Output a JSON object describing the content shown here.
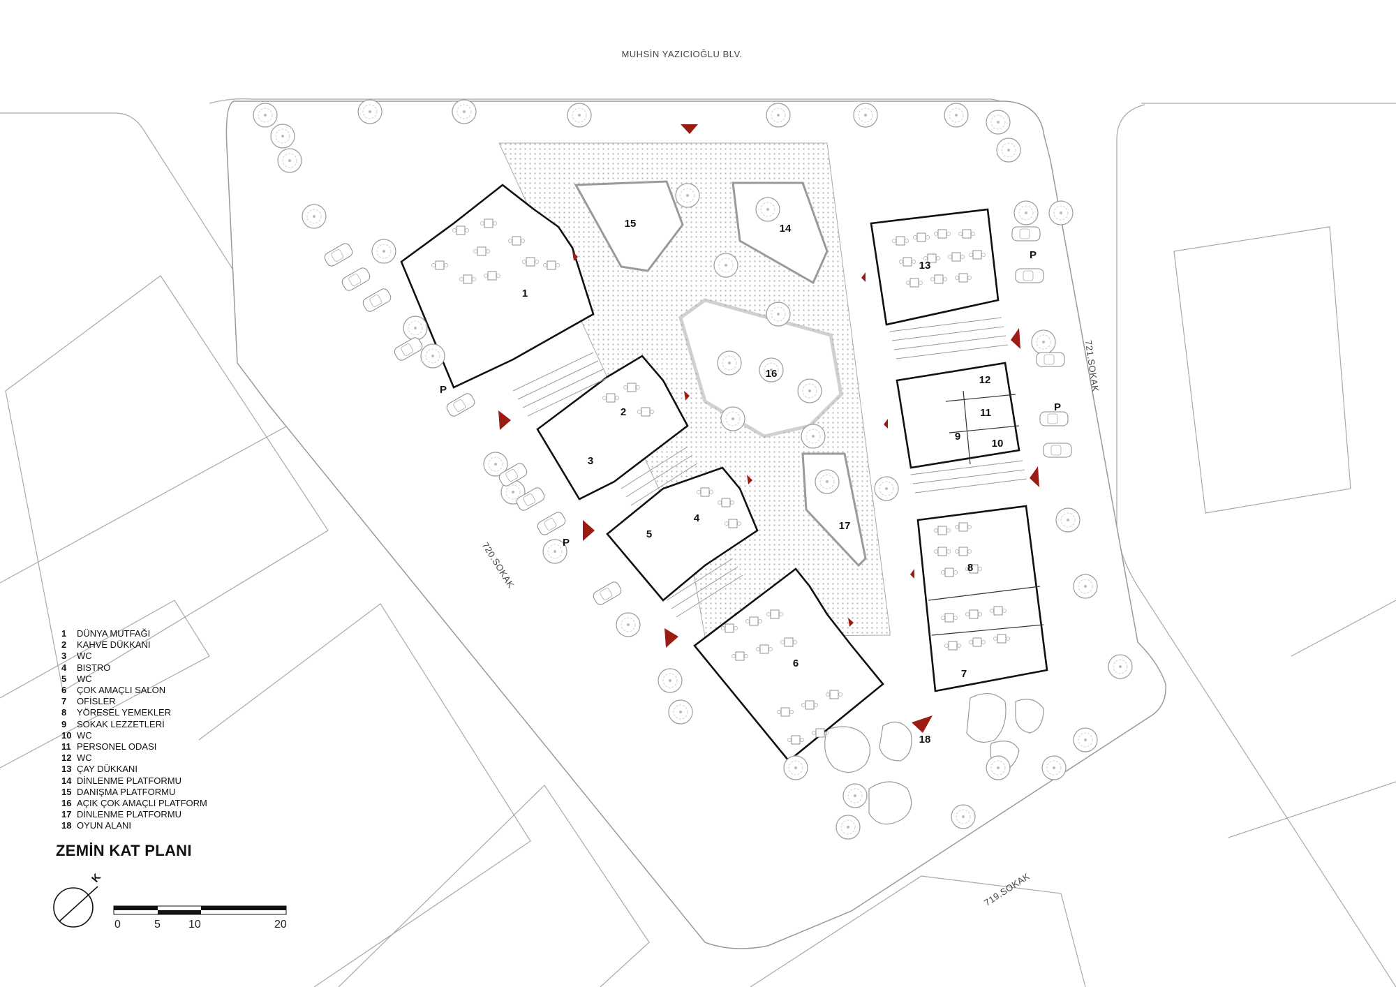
{
  "streets": {
    "north": "MUHSİN YAZICIOĞLU BLV.",
    "west": "720.SOKAK",
    "east": "721.SOKAK",
    "south": "719.SOKAK"
  },
  "room_numbers": [
    "1",
    "2",
    "3",
    "4",
    "5",
    "6",
    "7",
    "8",
    "9",
    "10",
    "11",
    "12",
    "13",
    "14",
    "15",
    "16",
    "17",
    "18"
  ],
  "parking_label": "P",
  "legend": [
    {
      "num": "1",
      "label": "DÜNYA MUTFAĞI"
    },
    {
      "num": "2",
      "label": "KAHVE DÜKKANI"
    },
    {
      "num": "3",
      "label": "WC"
    },
    {
      "num": "4",
      "label": "BISTRO"
    },
    {
      "num": "5",
      "label": "WC"
    },
    {
      "num": "6",
      "label": "ÇOK AMAÇLI SALON"
    },
    {
      "num": "7",
      "label": "OFİSLER"
    },
    {
      "num": "8",
      "label": "YÖRESEL YEMEKLER"
    },
    {
      "num": "9",
      "label": "SOKAK LEZZETLERİ"
    },
    {
      "num": "10",
      "label": "WC"
    },
    {
      "num": "11",
      "label": "PERSONEL ODASI"
    },
    {
      "num": "12",
      "label": "WC"
    },
    {
      "num": "13",
      "label": "ÇAY DÜKKANI"
    },
    {
      "num": "14",
      "label": "DİNLENME PLATFORMU"
    },
    {
      "num": "15",
      "label": "DANIŞMA PLATFORMU"
    },
    {
      "num": "16",
      "label": "AÇIK ÇOK AMAÇLI  PLATFORM"
    },
    {
      "num": "17",
      "label": "DİNLENME PLATFORMU"
    },
    {
      "num": "18",
      "label": "OYUN ALANI"
    }
  ],
  "title": "ZEMİN KAT PLANI",
  "north_arrow_label": "K",
  "scale_labels": [
    "0",
    "5",
    "10",
    "20"
  ],
  "colors": {
    "entrance_marker": "#9b1c12",
    "plaza_hatch": "#bdbdbd",
    "wall": "#111111",
    "block_outline": "#9a9a9a"
  }
}
